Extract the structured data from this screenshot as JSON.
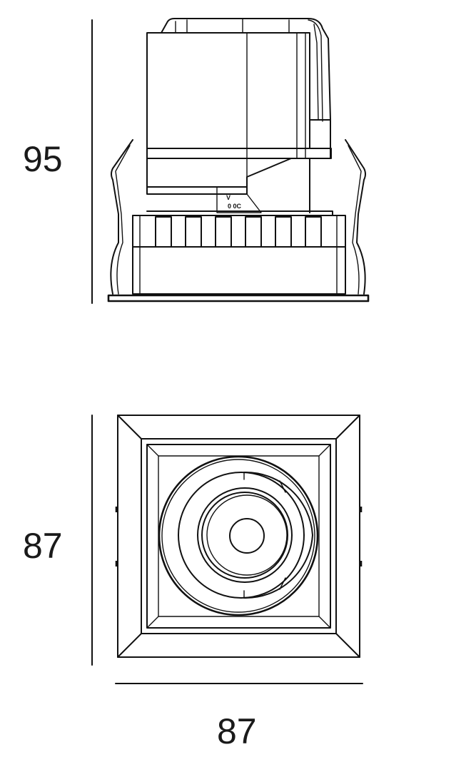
{
  "dimensions": {
    "side_height": "95",
    "front_height": "87",
    "front_width": "87"
  },
  "markings": {
    "primary": "V",
    "secondary": "0 0C"
  },
  "colors": {
    "line": "#111111",
    "background": "#ffffff"
  }
}
